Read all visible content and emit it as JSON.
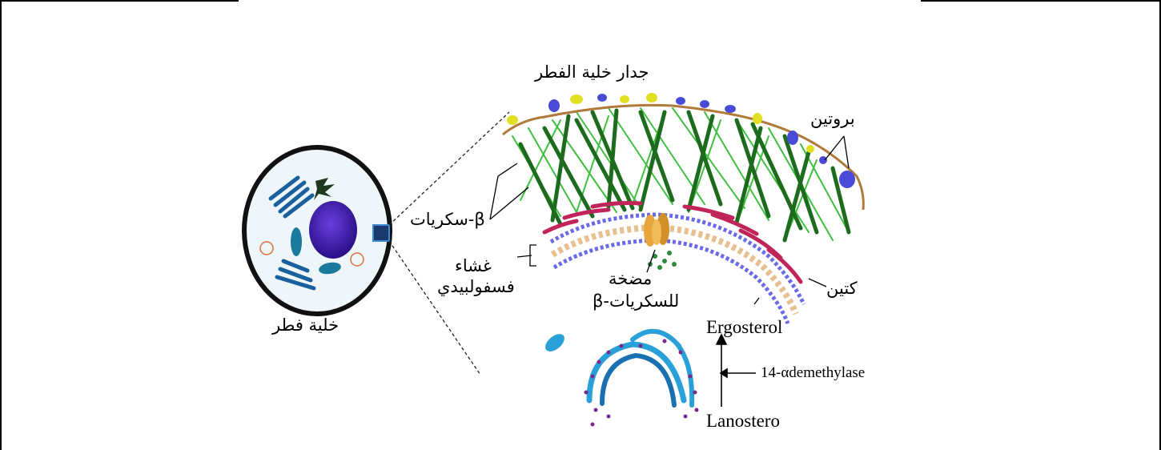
{
  "labels": {
    "cell_wall": "جدار خلية الفطر",
    "protein": "بروتين",
    "beta_sugars": "β-سكريات",
    "membrane_line1": "غشاء",
    "membrane_line2": "فسفولبيدي",
    "pump_line1": "مضخة",
    "pump_line2": "للسكريات-β",
    "chitin": "كتين",
    "fungal_cell": "خلية فطر",
    "ergosterol": "Ergosterol",
    "enzyme": "14-αdemethylase",
    "lanosterol": "Lanostero"
  },
  "colors": {
    "fiber_dark": "#1d6b1d",
    "fiber_light": "#3fbf3f",
    "chitin": "#c0245a",
    "protein_blue": "#4a4ad8",
    "protein_yellow": "#e0e020",
    "nucleus": "#3a1b9e",
    "er": "#1a5f9e",
    "pump": "#e8a53a"
  }
}
